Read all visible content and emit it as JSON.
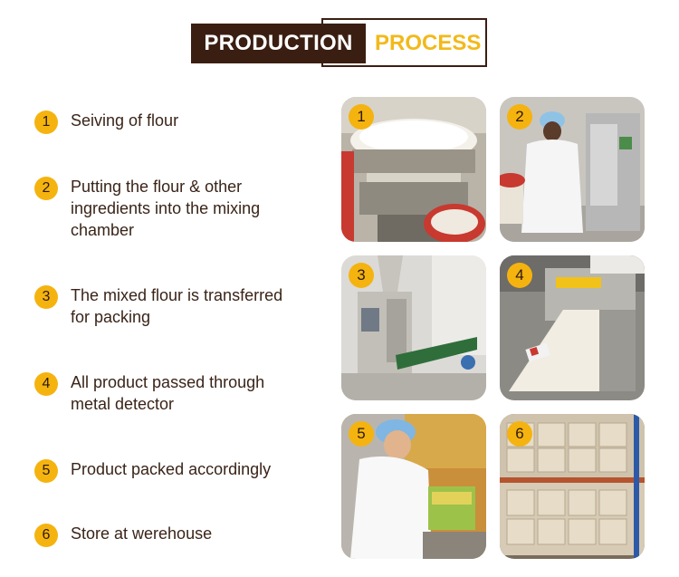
{
  "title": {
    "dark": "PRODUCTION",
    "light": "PROCESS"
  },
  "steps": [
    {
      "num": "1",
      "text": "Seiving of flour"
    },
    {
      "num": "2",
      "text": "Putting the flour & other ingredients into the mixing chamber"
    },
    {
      "num": "3",
      "text": "The mixed flour is transferred for packing"
    },
    {
      "num": "4",
      "text": "All product passed through metal detector"
    },
    {
      "num": "5",
      "text": "Product packed accordingly"
    },
    {
      "num": "6",
      "text": "Store at werehouse"
    }
  ],
  "photos": [
    {
      "num": "1",
      "subject": "flour-sieving-machine"
    },
    {
      "num": "2",
      "subject": "worker-at-mixing-chamber"
    },
    {
      "num": "3",
      "subject": "packing-machine"
    },
    {
      "num": "4",
      "subject": "metal-detector-conveyor"
    },
    {
      "num": "5",
      "subject": "worker-packing-product"
    },
    {
      "num": "6",
      "subject": "warehouse-storage-racks"
    }
  ],
  "colors": {
    "brand_dark": "#3b1e12",
    "accent": "#f2b91a",
    "text": "#3a2418"
  }
}
